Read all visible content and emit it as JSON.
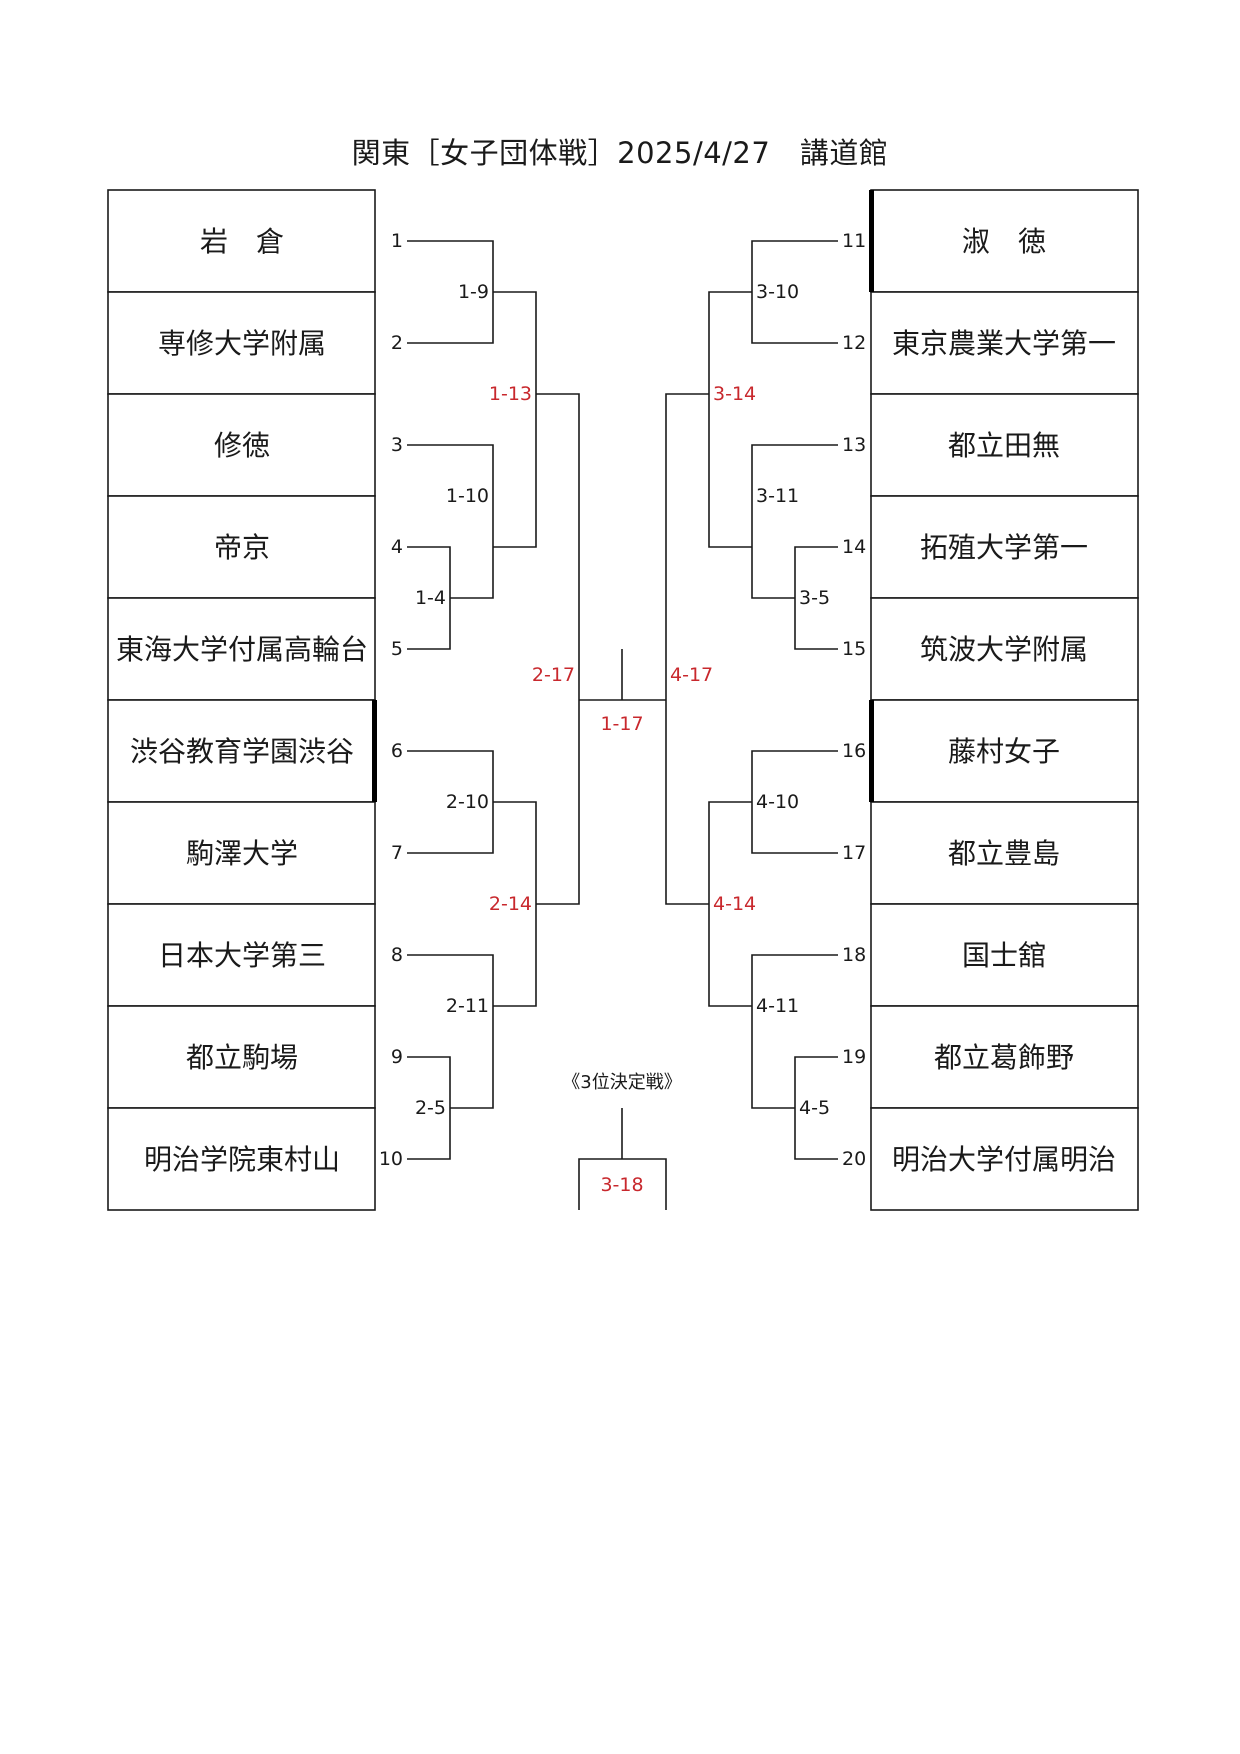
{
  "title": "関東［女子団体戦］2025/4/27　講道館",
  "left_teams": [
    {
      "name": "岩　倉",
      "seed": "1"
    },
    {
      "name": "専修大学附属",
      "seed": "2"
    },
    {
      "name": "修徳",
      "seed": "3"
    },
    {
      "name": "帝京",
      "seed": "4"
    },
    {
      "name": "東海大学付属高輪台",
      "seed": "5"
    },
    {
      "name": "渋谷教育学園渋谷",
      "seed": "6"
    },
    {
      "name": "駒澤大学",
      "seed": "7"
    },
    {
      "name": "日本大学第三",
      "seed": "8"
    },
    {
      "name": "都立駒場",
      "seed": "9"
    },
    {
      "name": "明治学院東村山",
      "seed": "10"
    }
  ],
  "right_teams": [
    {
      "name": "淑　徳",
      "seed": "11"
    },
    {
      "name": "東京農業大学第一",
      "seed": "12"
    },
    {
      "name": "都立田無",
      "seed": "13"
    },
    {
      "name": "拓殖大学第一",
      "seed": "14"
    },
    {
      "name": "筑波大学附属",
      "seed": "15"
    },
    {
      "name": "藤村女子",
      "seed": "16"
    },
    {
      "name": "都立豊島",
      "seed": "17"
    },
    {
      "name": "国士舘",
      "seed": "18"
    },
    {
      "name": "都立葛飾野",
      "seed": "19"
    },
    {
      "name": "明治大学付属明治",
      "seed": "20"
    }
  ],
  "matches": {
    "m1_4": "1-4",
    "m1_9": "1-9",
    "m1_10": "1-10",
    "m1_13": "1-13",
    "m2_5": "2-5",
    "m2_10": "2-10",
    "m2_11": "2-11",
    "m2_14": "2-14",
    "m2_17": "2-17",
    "m1_17": "1-17",
    "m4_17": "4-17",
    "m3_5": "3-5",
    "m3_10": "3-10",
    "m3_11": "3-11",
    "m3_14": "3-14",
    "m4_5": "4-5",
    "m4_10": "4-10",
    "m4_11": "4-11",
    "m4_14": "4-14"
  },
  "third_place": {
    "label": "《3位決定戦》",
    "match": "3-18"
  },
  "colors": {
    "line": "#1a1a1a",
    "match_red": "#c8282d"
  }
}
